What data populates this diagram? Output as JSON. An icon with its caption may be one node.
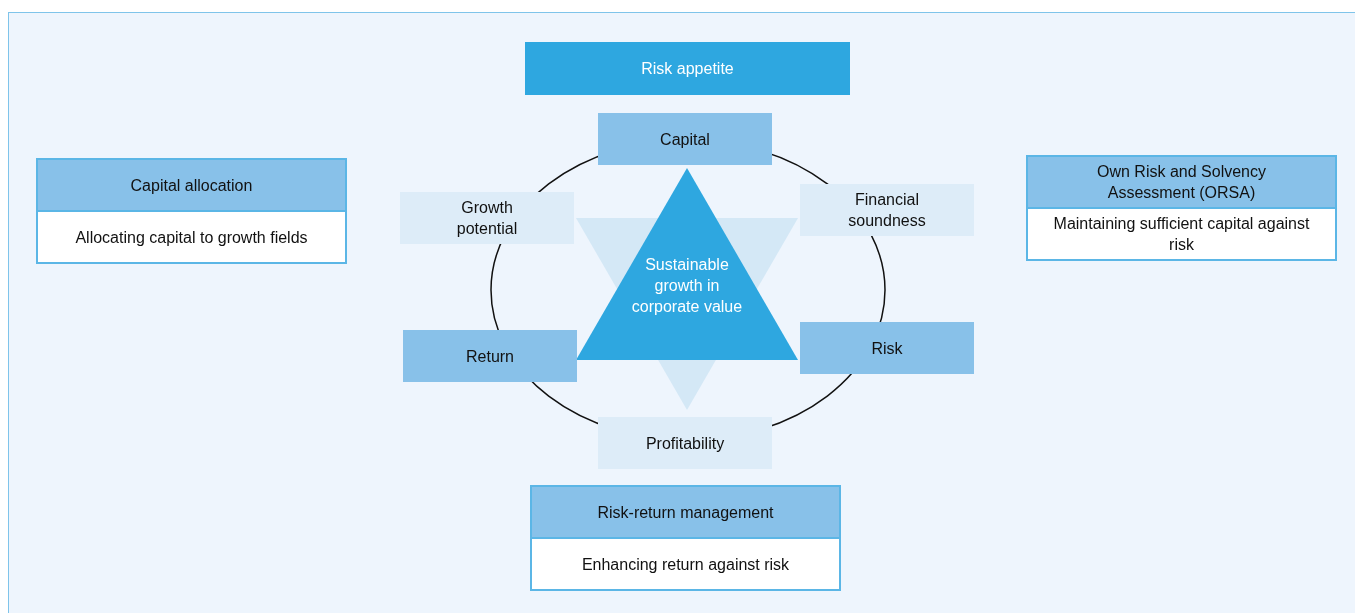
{
  "diagram": {
    "nodes": [
      {
        "text": [
          "Risk appetite"
        ]
      },
      {
        "text": [
          "Capital"
        ]
      },
      {
        "text": [
          "Capital allocation",
          "Allocating capital to growth fields"
        ]
      },
      {
        "text": [
          "Own Risk and Solvency Assessment (ORSA)",
          "Maintaining sufficient capital against risk"
        ]
      },
      {
        "text": [
          "Growth potential"
        ]
      },
      {
        "text": [
          "Financial soundness"
        ]
      },
      {
        "text": [
          "Sustainable growth in corporate value"
        ]
      },
      {
        "text": [
          "Return"
        ]
      },
      {
        "text": [
          "Risk"
        ]
      },
      {
        "text": [
          "Profitability"
        ]
      },
      {
        "text": [
          "Risk-return management",
          "Enhancing return against risk"
        ]
      }
    ],
    "edges": []
  }
}
